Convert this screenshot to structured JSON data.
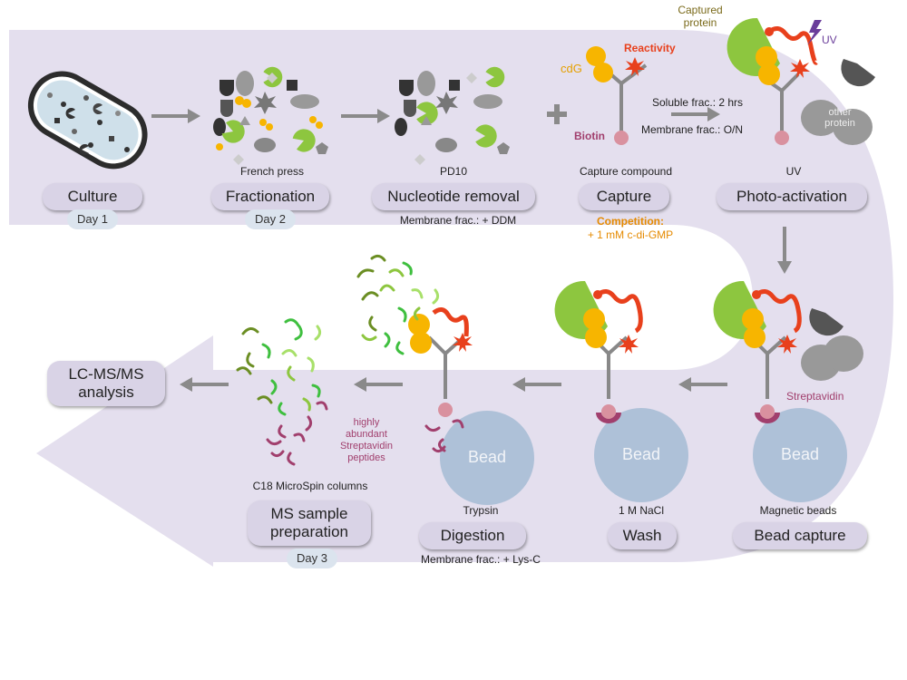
{
  "steps": {
    "culture": {
      "label": "Culture",
      "day": "Day 1"
    },
    "fractionation": {
      "label": "Fractionation",
      "day": "Day 2",
      "caption": "French press"
    },
    "nucleotide_removal": {
      "label": "Nucleotide removal",
      "caption": "PD10",
      "note": "Membrane frac.: + DDM"
    },
    "capture": {
      "label": "Capture",
      "caption": "Capture compound",
      "competition_title": "Competition:",
      "competition_value": "+ 1 mM c-di-GMP"
    },
    "photo_activation": {
      "label": "Photo-activation",
      "caption": "UV"
    },
    "bead_capture": {
      "label": "Bead capture",
      "caption": "Magnetic beads"
    },
    "wash": {
      "label": "Wash",
      "caption": "1 M NaCl"
    },
    "digestion": {
      "label": "Digestion",
      "caption": "Trypsin",
      "note": "Membrane frac.: + Lys-C"
    },
    "ms_prep": {
      "label_line1": "MS sample",
      "label_line2": "preparation",
      "day": "Day 3",
      "caption": "C18 MicroSpin columns"
    },
    "lcms": {
      "label_line1": "LC-MS/MS",
      "label_line2": "analysis"
    }
  },
  "annotations": {
    "cdg": "cdG",
    "reactivity": "Reactivity",
    "biotin": "Biotin",
    "soluble": "Soluble frac.: 2 hrs",
    "membrane": "Membrane frac.: O/N",
    "captured_protein_line1": "Captured",
    "captured_protein_line2": "protein",
    "uv": "UV",
    "other_protein_line1": "other",
    "other_protein_line2": "protein",
    "streptavidin": "Streptavidin",
    "bead": "Bead",
    "peptides_line1": "highly",
    "peptides_line2": "abundant",
    "peptides_line3": "Streptavidin",
    "peptides_line4": "peptides"
  },
  "colors": {
    "background_arrow": "#e4dfee",
    "pill": "#d9d3e6",
    "day_pill": "#dbe4ee",
    "green_protein": "#8dc63f",
    "cdg_yellow": "#f7b500",
    "reactive_red": "#e8401c",
    "biotin_pink": "#d9919f",
    "streptavidin": "#a13f6d",
    "bead": "#aec1d8",
    "gray_arrow": "#8a8a8a",
    "competition": "#e58a00",
    "peptide_text": "#a13f6d"
  }
}
